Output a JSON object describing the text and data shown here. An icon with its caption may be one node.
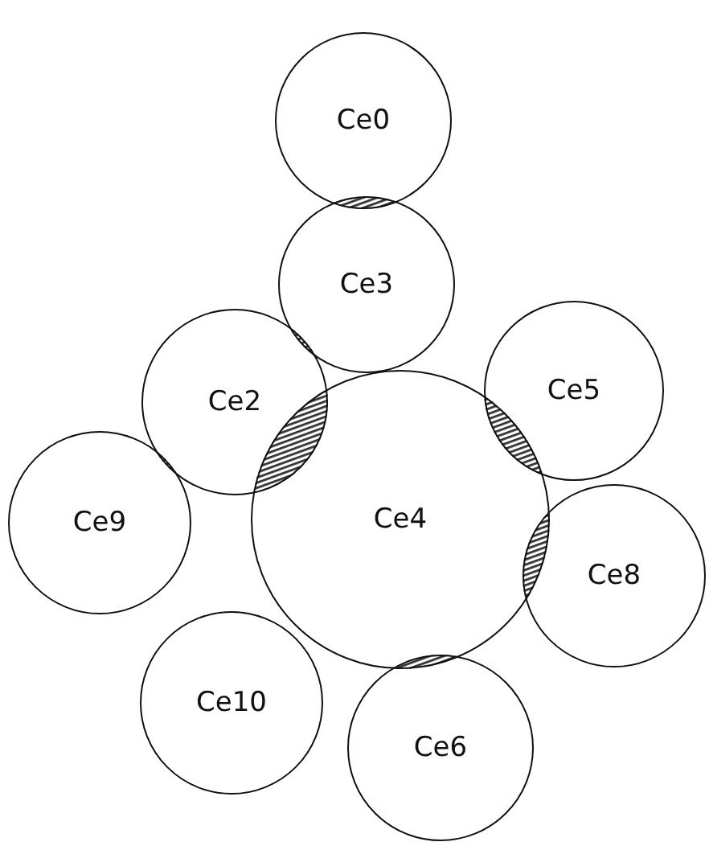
{
  "diagram": {
    "nodes": [
      {
        "text": [
          "Ce0"
        ]
      },
      {
        "text": [
          "Ce3"
        ]
      },
      {
        "text": [
          "Ce2"
        ]
      },
      {
        "text": [
          "Ce5"
        ]
      },
      {
        "text": [
          "Ce4"
        ]
      },
      {
        "text": [
          "Ce9"
        ]
      },
      {
        "text": [
          "Ce8"
        ]
      },
      {
        "text": [
          "Ce10"
        ]
      },
      {
        "text": [
          "Ce6"
        ]
      }
    ]
  }
}
